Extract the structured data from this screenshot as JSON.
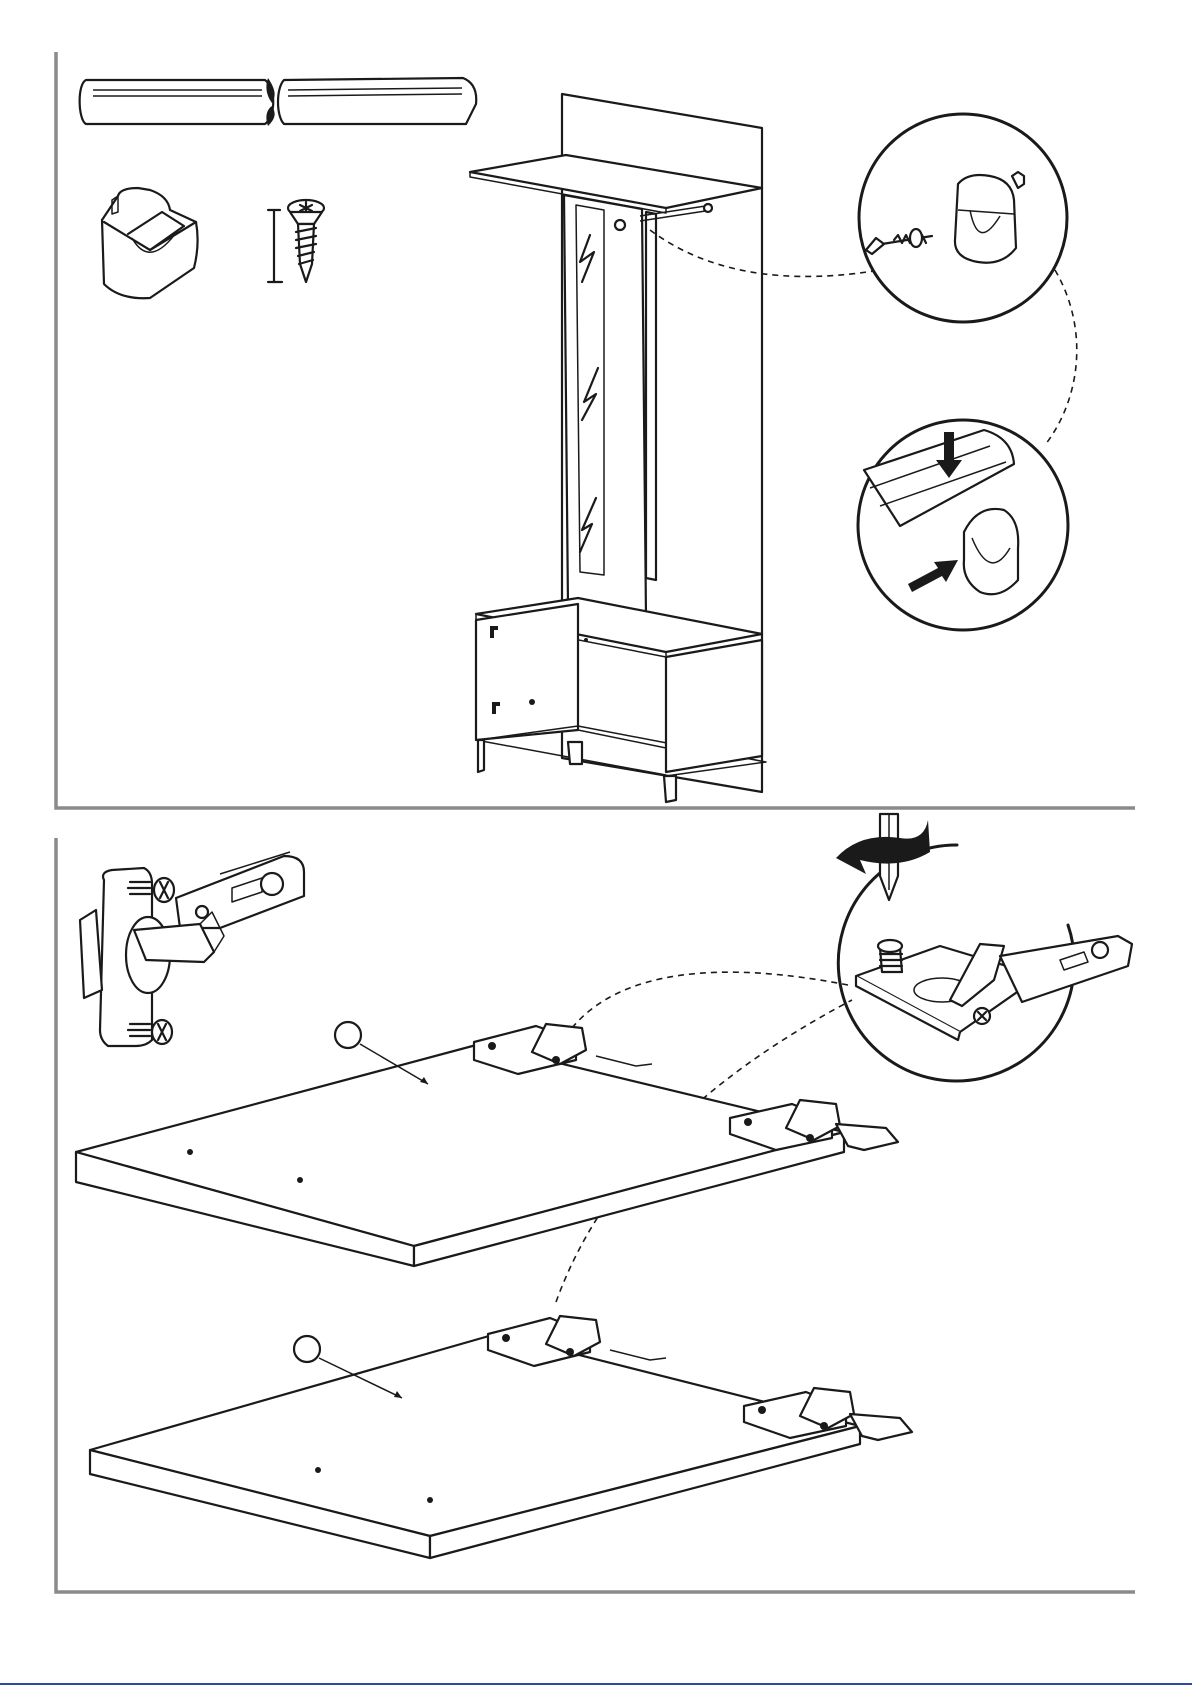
{
  "page": {
    "panels": [
      {
        "id": "step-top",
        "parts": [
          "hanging-rod",
          "rod-holder",
          "screw"
        ],
        "details": [
          "screw-rod-holder-detail",
          "insert-rod-detail"
        ]
      },
      {
        "id": "step-bottom",
        "parts": [
          "hinge"
        ],
        "details": [
          "screwdriver-hinge-detail"
        ],
        "doors": [
          {
            "part_label": ""
          },
          {
            "part_label": ""
          }
        ]
      }
    ],
    "colors": {
      "line": "#1a1a1a",
      "frame": "#8a8a8a",
      "footer_line": "#2b4aa0"
    }
  }
}
